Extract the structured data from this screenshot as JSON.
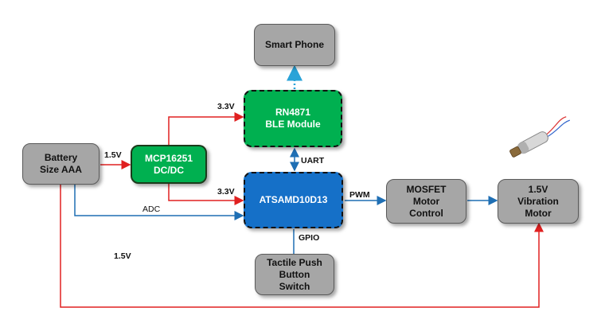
{
  "blocks": {
    "smartphone": {
      "line1": "Smart Phone"
    },
    "ble": {
      "line1": "RN4871",
      "line2": "BLE Module"
    },
    "battery": {
      "line1": "Battery",
      "line2": "Size AAA"
    },
    "dcdc": {
      "line1": "MCP16251",
      "line2": "DC/DC"
    },
    "mcu": {
      "line1": "ATSAMD10D13"
    },
    "mosfet": {
      "line1": "MOSFET",
      "line2": "Motor",
      "line3": "Control"
    },
    "motor": {
      "line1": "1.5V",
      "line2": "Vibration",
      "line3": "Motor"
    },
    "button": {
      "line1": "Tactile Push",
      "line2": "Button",
      "line3": "Switch"
    }
  },
  "labels": {
    "v33_ble": "3.3V",
    "v15_batt": "1.5V",
    "v33_mcu": "3.3V",
    "adc": "ADC",
    "uart": "UART",
    "pwm": "PWM",
    "gpio": "GPIO",
    "v15_motor": "1.5V"
  },
  "colors": {
    "power_wire": "#e02020",
    "signal_wire": "#1f6fb4",
    "wireless_link": "#2aa3d8",
    "gray_block": "#a6a6a6",
    "green_block": "#00b050",
    "blue_block": "#1570c8"
  }
}
